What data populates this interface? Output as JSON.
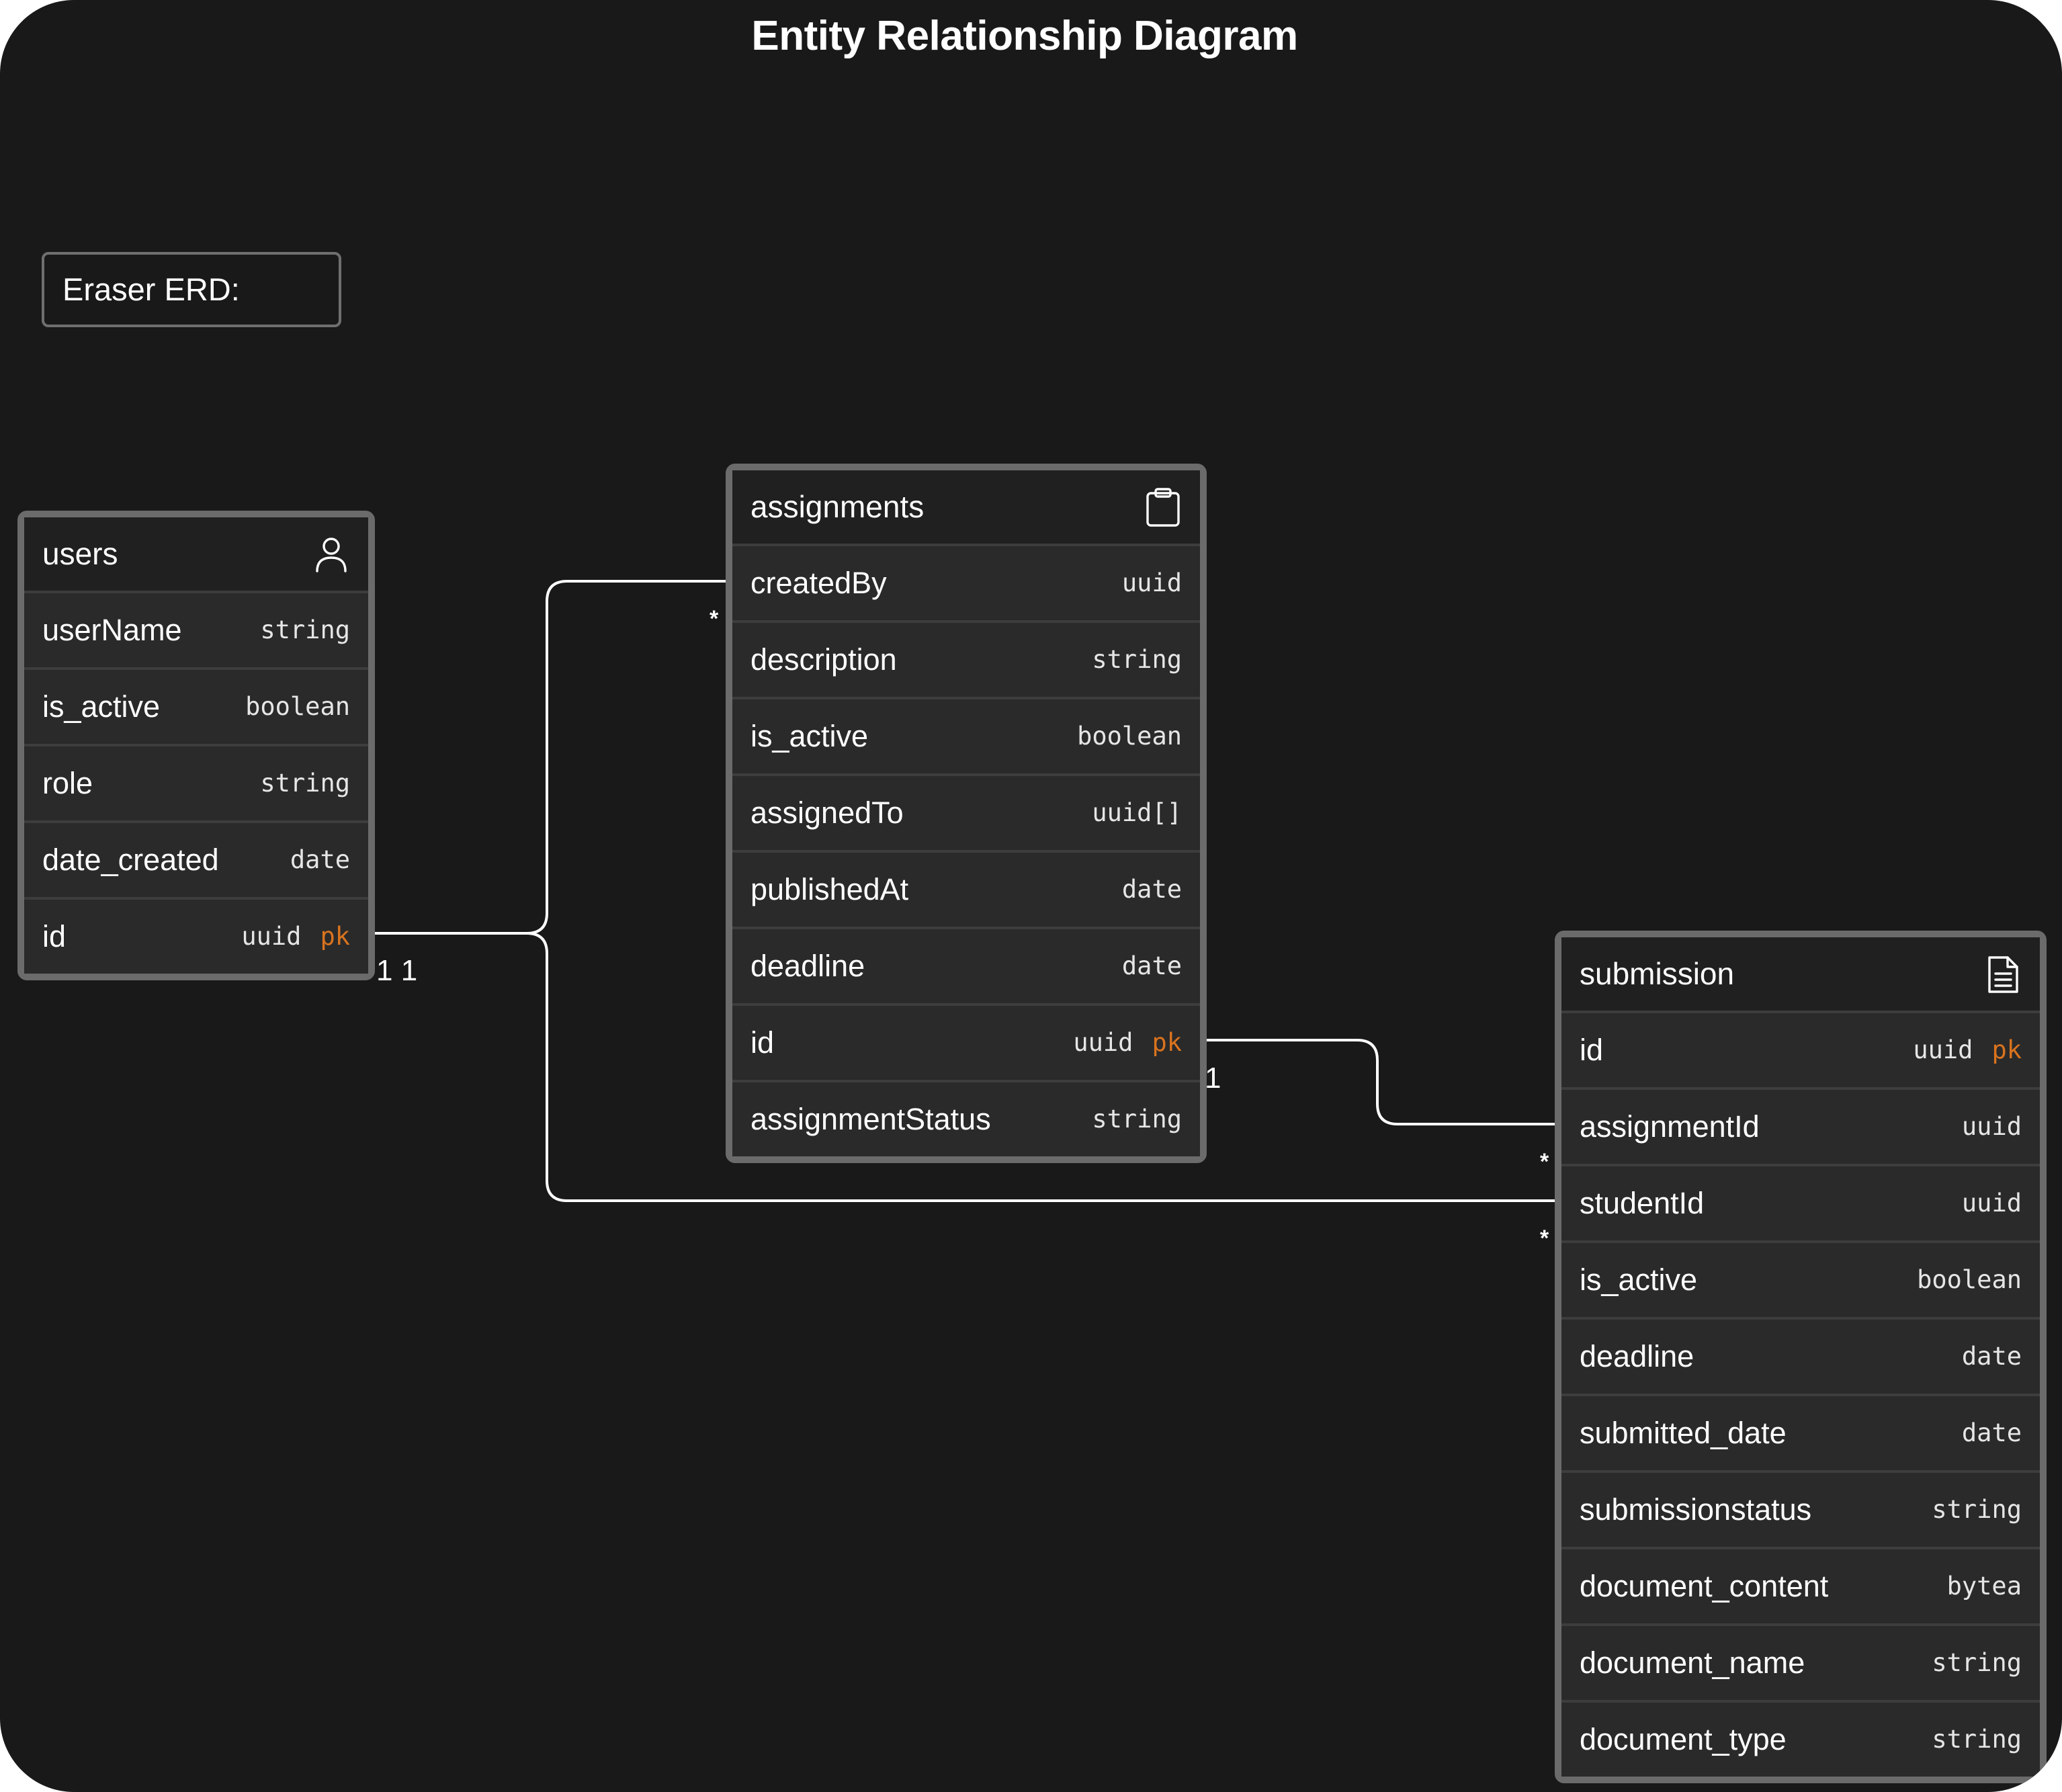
{
  "title": "Entity Relationship Diagram",
  "label": "Eraser ERD:",
  "tables": {
    "users": {
      "name": "users",
      "icon": "user-icon",
      "fields": [
        {
          "name": "userName",
          "type": "string",
          "pk": ""
        },
        {
          "name": "is_active",
          "type": "boolean",
          "pk": ""
        },
        {
          "name": "role",
          "type": "string",
          "pk": ""
        },
        {
          "name": "date_created",
          "type": "date",
          "pk": ""
        },
        {
          "name": "id",
          "type": "uuid",
          "pk": "pk"
        }
      ]
    },
    "assignments": {
      "name": "assignments",
      "icon": "clipboard-icon",
      "fields": [
        {
          "name": "createdBy",
          "type": "uuid",
          "pk": ""
        },
        {
          "name": "description",
          "type": "string",
          "pk": ""
        },
        {
          "name": "is_active",
          "type": "boolean",
          "pk": ""
        },
        {
          "name": "assignedTo",
          "type": "uuid[]",
          "pk": ""
        },
        {
          "name": "publishedAt",
          "type": "date",
          "pk": ""
        },
        {
          "name": "deadline",
          "type": "date",
          "pk": ""
        },
        {
          "name": "id",
          "type": "uuid",
          "pk": "pk"
        },
        {
          "name": "assignmentStatus",
          "type": "string",
          "pk": ""
        }
      ]
    },
    "submission": {
      "name": "submission",
      "icon": "document-icon",
      "fields": [
        {
          "name": "id",
          "type": "uuid",
          "pk": "pk"
        },
        {
          "name": "assignmentId",
          "type": "uuid",
          "pk": ""
        },
        {
          "name": "studentId",
          "type": "uuid",
          "pk": ""
        },
        {
          "name": "is_active",
          "type": "boolean",
          "pk": ""
        },
        {
          "name": "deadline",
          "type": "date",
          "pk": ""
        },
        {
          "name": "submitted_date",
          "type": "date",
          "pk": ""
        },
        {
          "name": "submissionstatus",
          "type": "string",
          "pk": ""
        },
        {
          "name": "document_content",
          "type": "bytea",
          "pk": ""
        },
        {
          "name": "document_name",
          "type": "string",
          "pk": ""
        },
        {
          "name": "document_type",
          "type": "string",
          "pk": ""
        }
      ]
    }
  },
  "relationships": [
    {
      "from": "users.id",
      "to": "assignments.createdBy",
      "from_card": "1",
      "to_card": "*"
    },
    {
      "from": "users.id",
      "to": "submission.studentId",
      "from_card": "1",
      "to_card": "*"
    },
    {
      "from": "assignments.id",
      "to": "submission.assignmentId",
      "from_card": "1",
      "to_card": "*"
    }
  ],
  "cardinality_labels": {
    "users_id": "1 1",
    "assignments_id": "1",
    "many": "*"
  },
  "colors": {
    "background": "#191919",
    "pk": "#d9731e",
    "border": "#6b6b6b",
    "line": "#ffffff"
  }
}
